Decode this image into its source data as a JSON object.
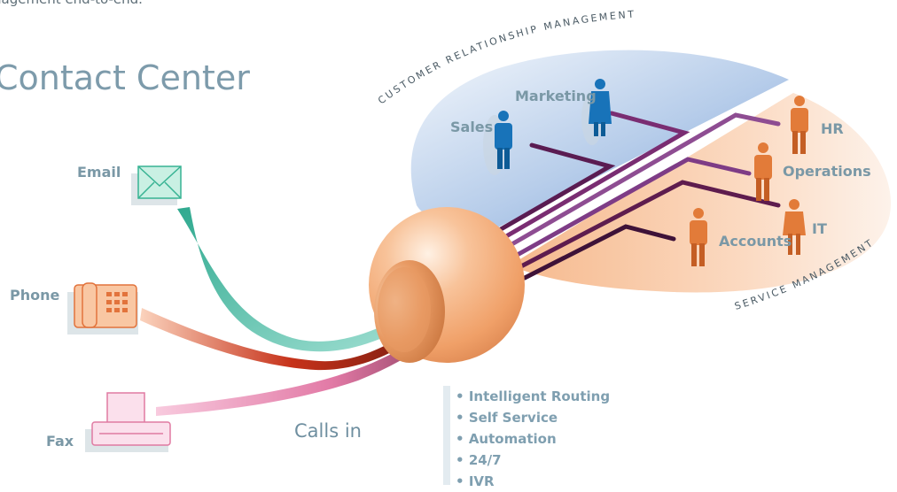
{
  "intro_fragment": "nagement end-to-end.",
  "title": "Contact Center",
  "channels": {
    "email": "Email",
    "phone": "Phone",
    "fax": "Fax"
  },
  "calls_in": "Calls in",
  "crm_arc": "CUSTOMER RELATIONSHIP MANAGEMENT",
  "service_arc": "SERVICE MANAGEMENT",
  "crm_people": {
    "sales": "Sales",
    "marketing": "Marketing"
  },
  "service_people": {
    "hr": "HR",
    "operations": "Operations",
    "accounts": "Accounts",
    "it": "IT"
  },
  "features": [
    "Intelligent Routing",
    "Self Service",
    "Automation",
    "24/7",
    "IVR"
  ],
  "colors": {
    "title": "#7d9bab",
    "label": "#7a98a6",
    "crm_blue": "#8fb0dc",
    "service_peach": "#f7c9a6",
    "sphere": "#f4a66e",
    "email_stream": "#48b8a4",
    "phone_stream": "#c23a1a",
    "fax_stream": "#e790b4",
    "crm_person": "#1873b9",
    "service_person": "#e27b39"
  }
}
